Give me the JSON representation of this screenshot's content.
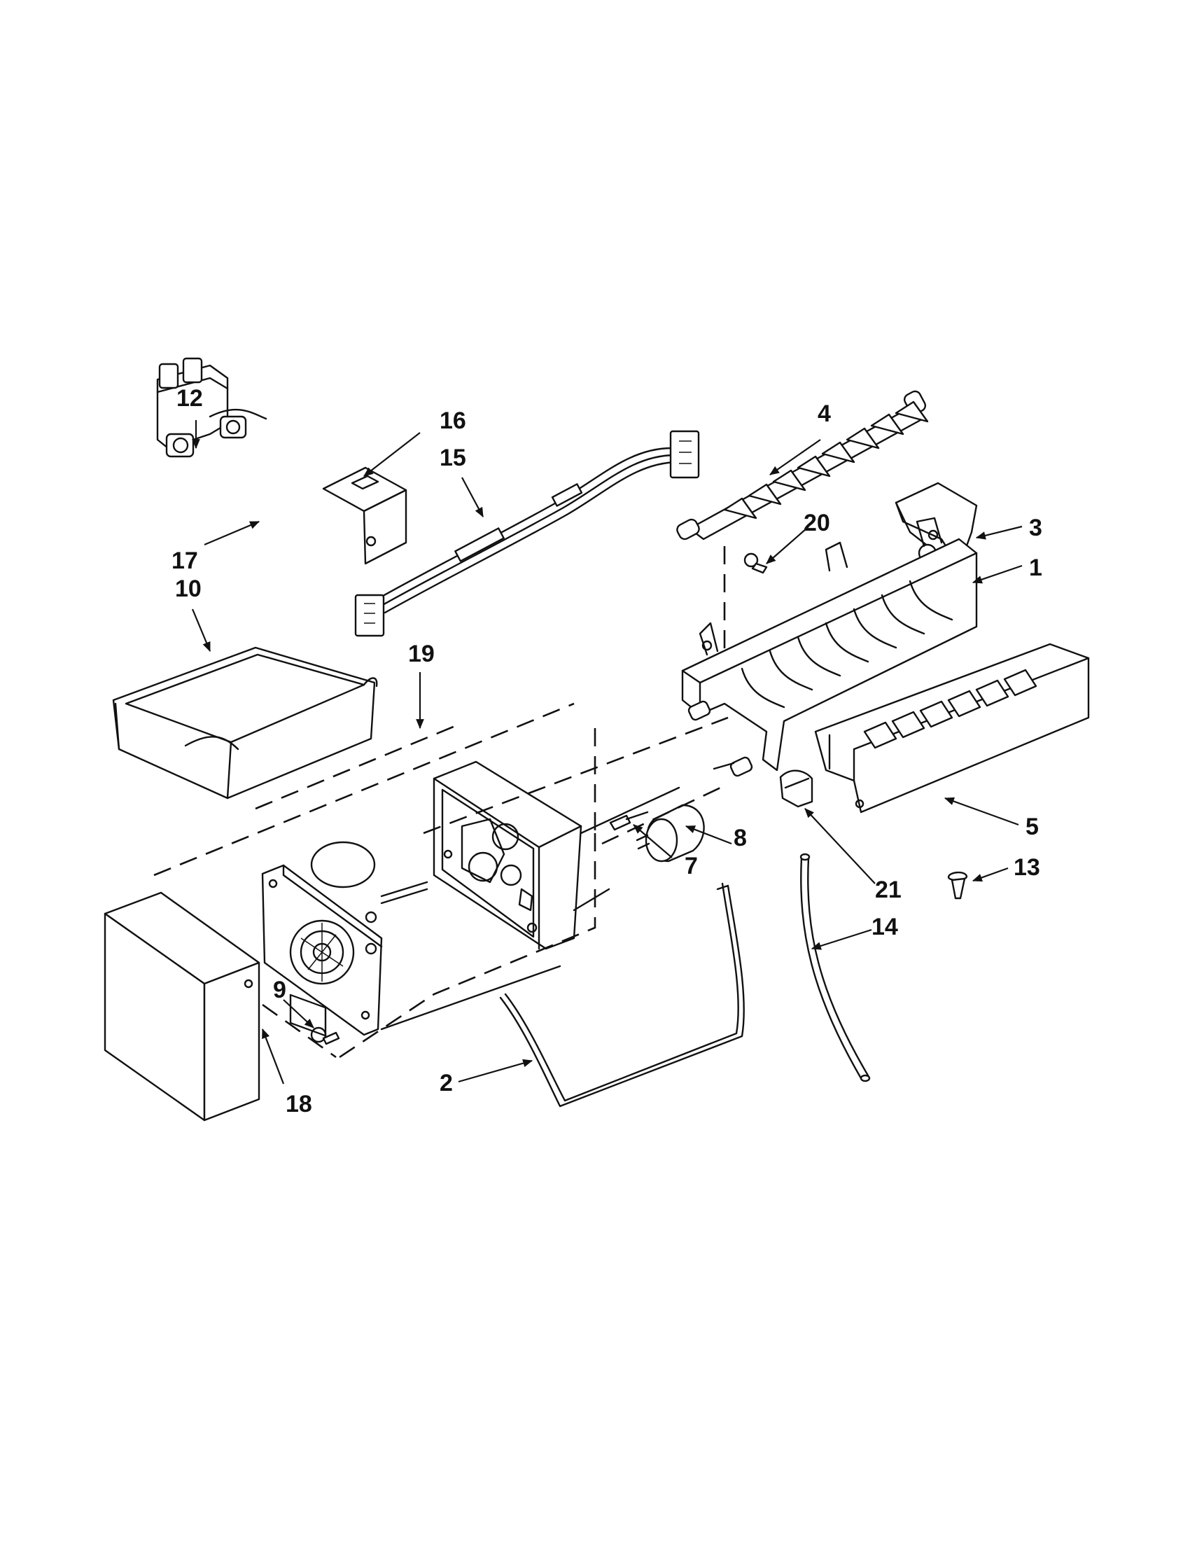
{
  "callouts": {
    "c1": "1",
    "c2": "2",
    "c3": "3",
    "c4": "4",
    "c5": "5",
    "c7": "7",
    "c8": "8",
    "c9": "9",
    "c10": "10",
    "c12": "12",
    "c13": "13",
    "c14": "14",
    "c15": "15",
    "c16": "16",
    "c17": "17",
    "c18": "18",
    "c19": "19",
    "c20": "20",
    "c21": "21"
  }
}
